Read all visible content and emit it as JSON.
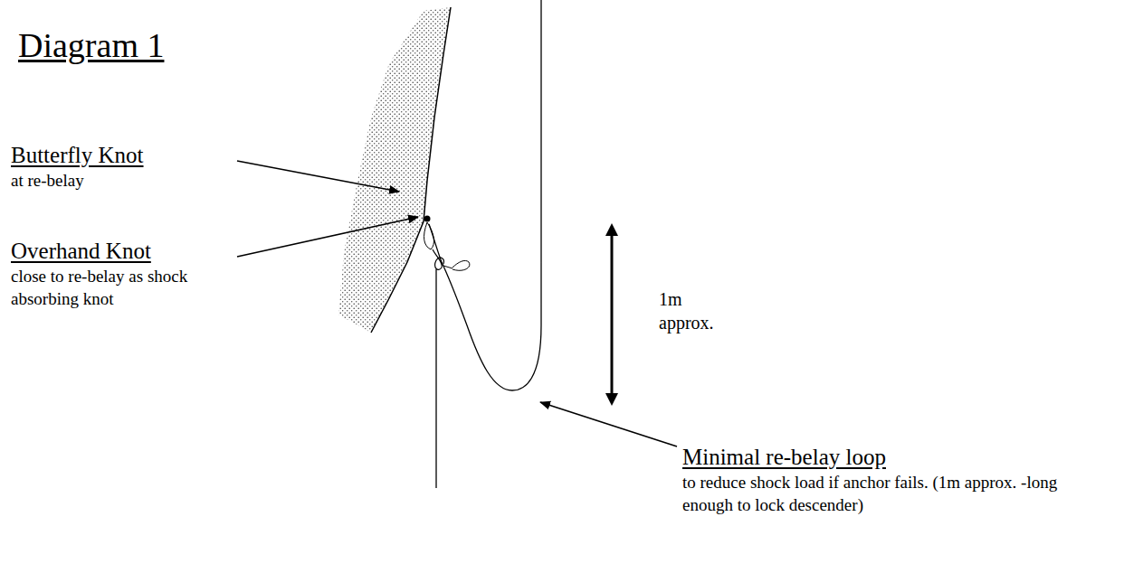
{
  "diagram": {
    "title": "Diagram 1",
    "labels": [
      "Butterfly Knot",
      "at re-belay",
      "Overhand Knot",
      "close to re-belay as shock absorbing knot",
      "1m approx.",
      "Minimal re-belay loop",
      "to reduce shock load if anchor fails. (1m approx. -long enough to lock descender)"
    ]
  }
}
